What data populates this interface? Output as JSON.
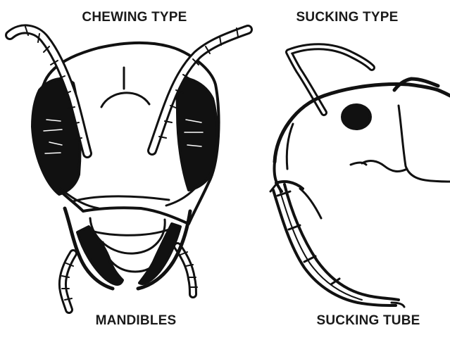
{
  "labels": {
    "chewing_type": "CHEWING TYPE",
    "sucking_type": "SUCKING TYPE",
    "mandibles": "MANDIBLES",
    "sucking_tube": "SUCKING TUBE"
  },
  "colors": {
    "ink": "#111111",
    "background": "#ffffff"
  }
}
